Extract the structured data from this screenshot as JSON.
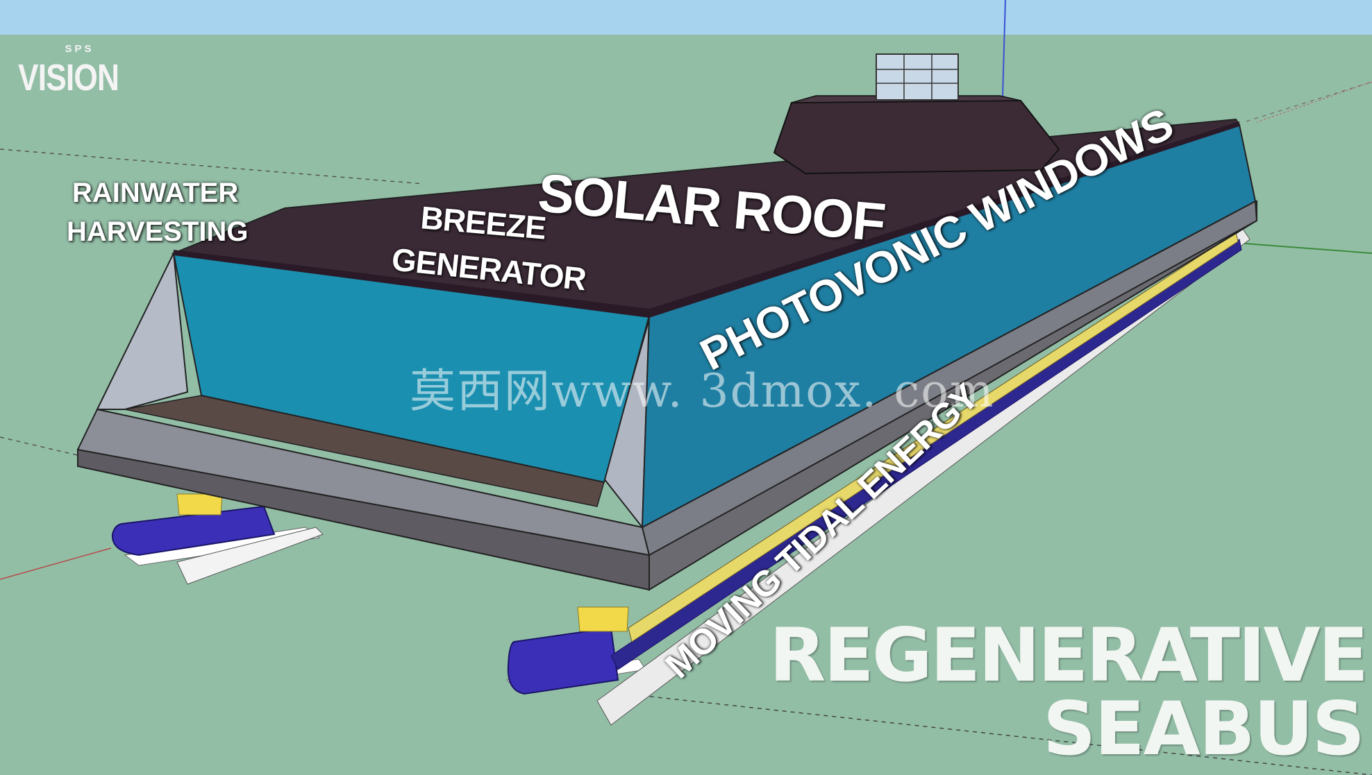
{
  "logo": {
    "small": "SPS",
    "big": "VISION"
  },
  "labels": {
    "rainwater_line1": "RAINWATER",
    "rainwater_line2": "HARVESTING",
    "breeze_line1": "BREEZE",
    "breeze_line2": "GENERATOR",
    "solar_roof": "SOLAR ROOF",
    "photovonic": "PHOTOVONIC WINDOWS",
    "tidal": "MOVING TIDAL ENERGY"
  },
  "watermark": "莫西网www. 3dmox. com",
  "title": {
    "line1": "REGENERATIVE",
    "line2": "SEABUS"
  },
  "colors": {
    "ground": "#93bea6",
    "sky": "#a7d3ee",
    "glass": "#1b8fb0",
    "roof": "#3a2a36",
    "hull": "#8c8f98",
    "pontoon": "#3b2fb8",
    "strut": "#f2d94a"
  }
}
